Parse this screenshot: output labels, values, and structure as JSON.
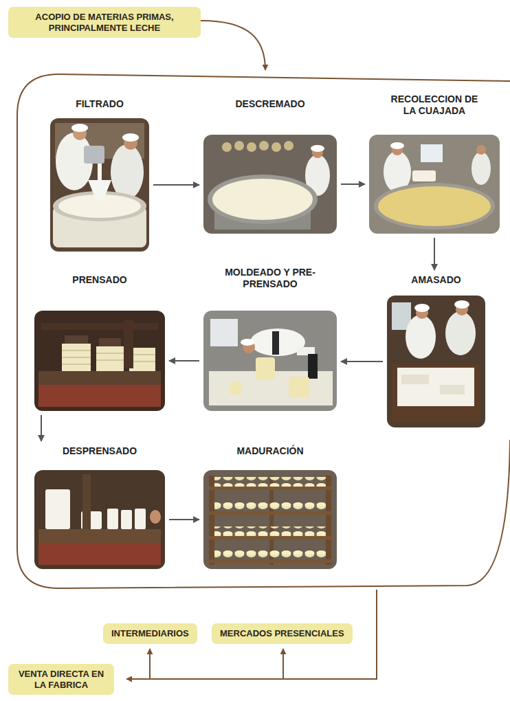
{
  "diagram": {
    "nodes": [
      {
        "text": [
          "ACOPIO DE MATERIAS PRIMAS, PRINCIPALMENTE LECHE"
        ]
      },
      {
        "text": [
          "FILTRADO"
        ]
      },
      {
        "text": [
          "DESCREMADO"
        ]
      },
      {
        "text": [
          "RECOLECCION DE LA CUAJADA"
        ]
      },
      {
        "text": [
          "AMASADO"
        ]
      },
      {
        "text": [
          "MOLDEADO Y PRE-PRENSADO"
        ]
      },
      {
        "text": [
          "PRENSADO"
        ]
      },
      {
        "text": [
          "DESPRENSADO"
        ]
      },
      {
        "text": [
          "MADURACIÓN"
        ]
      },
      {
        "text": [
          "INTERMEDIARIOS"
        ]
      },
      {
        "text": [
          "MERCADOS PRESENCIALES"
        ]
      },
      {
        "text": [
          "VENTA DIRECTA EN LA FABRICA"
        ]
      }
    ],
    "edges": [
      {
        "from": 1,
        "to": 2,
        "arrow": "to"
      },
      {
        "from": 2,
        "to": 3,
        "arrow": "to"
      },
      {
        "from": 3,
        "to": 4,
        "arrow": "to"
      },
      {
        "from": 4,
        "to": 5,
        "arrow": "to"
      },
      {
        "from": 5,
        "to": 6,
        "arrow": "to"
      },
      {
        "from": 6,
        "to": 7,
        "arrow": "to"
      },
      {
        "from": 7,
        "to": 8,
        "arrow": "to"
      }
    ]
  }
}
